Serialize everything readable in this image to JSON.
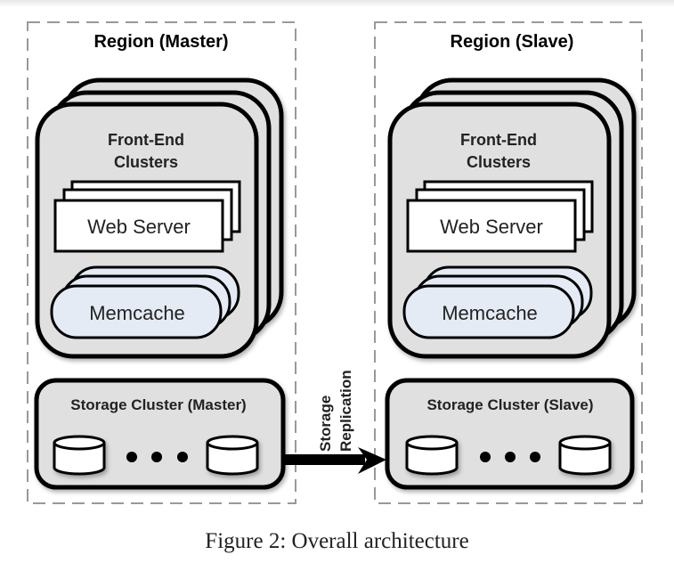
{
  "figure": {
    "caption": "Figure 2: Overall architecture",
    "colors": {
      "cluster_fill": "#e0e0e0",
      "memcache_fill": "#e4ebf5",
      "webserver_fill": "#ffffff",
      "stroke": "#000000",
      "region_border": "#999999"
    },
    "regions": [
      {
        "title": "Region (Master)",
        "frontend_label_line1": "Front-End",
        "frontend_label_line2": "Clusters",
        "webserver_label": "Web Server",
        "memcache_label": "Memcache",
        "storage_label": "Storage Cluster (Master)"
      },
      {
        "title": "Region (Slave)",
        "frontend_label_line1": "Front-End",
        "frontend_label_line2": "Clusters",
        "webserver_label": "Web Server",
        "memcache_label": "Memcache",
        "storage_label": "Storage Cluster (Slave)"
      }
    ],
    "replication": {
      "line1": "Storage",
      "line2": "Replication",
      "direction": "master-to-slave"
    }
  }
}
